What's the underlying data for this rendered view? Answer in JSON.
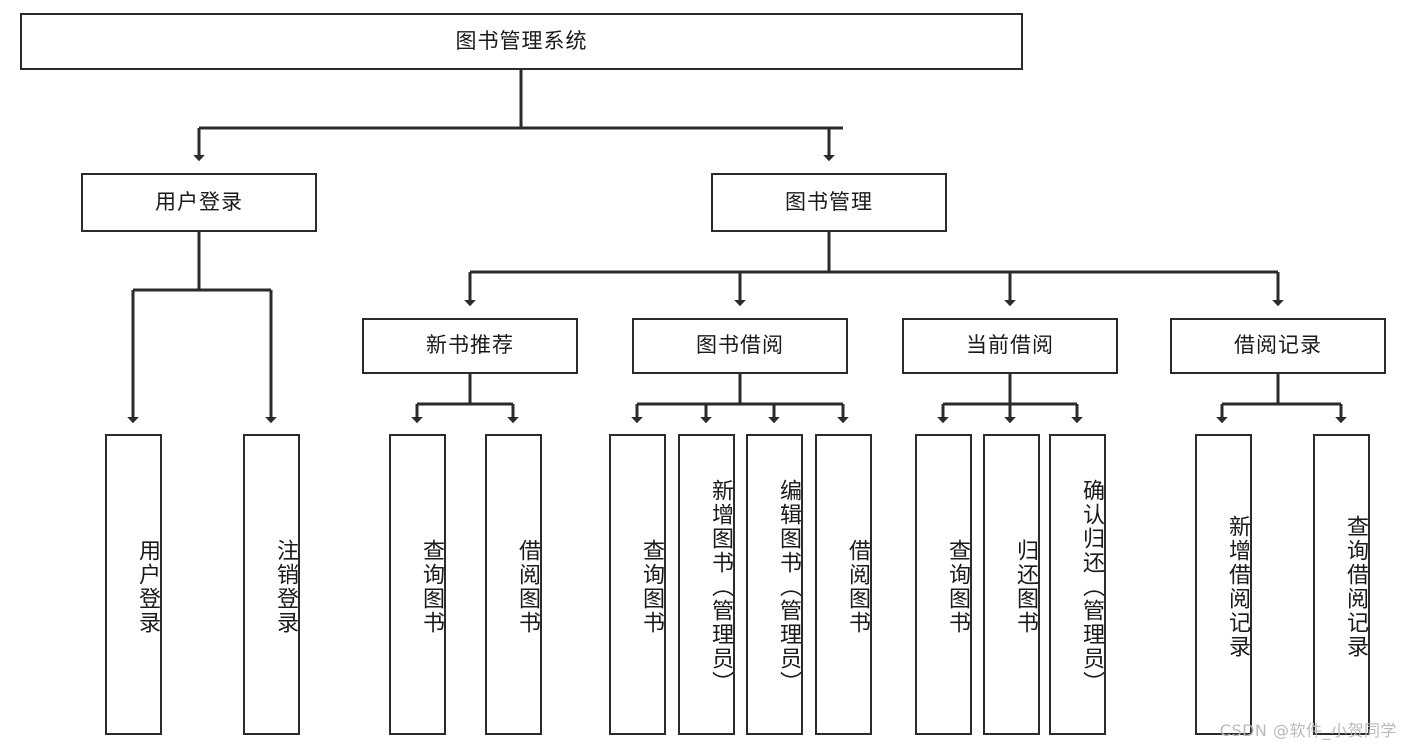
{
  "diagram": {
    "type": "tree",
    "title": "图书管理系统",
    "orientation": "top-down",
    "colors": {
      "box_border": "#2b2b2b",
      "box_fill": "#ffffff",
      "connector": "#2b2b2b",
      "background": "#ffffff",
      "watermark": "#b9b9b9"
    },
    "root": {
      "label": "图书管理系统"
    },
    "level2": [
      {
        "label": "用户登录"
      },
      {
        "label": "图书管理"
      }
    ],
    "level3": [
      {
        "label": "新书推荐"
      },
      {
        "label": "图书借阅"
      },
      {
        "label": "当前借阅"
      },
      {
        "label": "借阅记录"
      }
    ],
    "leaves": {
      "user_login": [
        {
          "label": "用户登录"
        },
        {
          "label": "注销登录"
        }
      ],
      "new_book": [
        {
          "label": "查询图书"
        },
        {
          "label": "借阅图书"
        }
      ],
      "book_borrow": [
        {
          "label": "查询图书"
        },
        {
          "label": "新增图书（管理员）"
        },
        {
          "label": "编辑图书（管理员）"
        },
        {
          "label": "借阅图书"
        }
      ],
      "current_borrow": [
        {
          "label": "查询图书"
        },
        {
          "label": "归还图书"
        },
        {
          "label": "确认归还（管理员）"
        }
      ],
      "borrow_record": [
        {
          "label": "新增借阅记录"
        },
        {
          "label": "查询借阅记录"
        }
      ]
    }
  },
  "watermark": {
    "text": "CSDN @软件_小贺同学"
  }
}
